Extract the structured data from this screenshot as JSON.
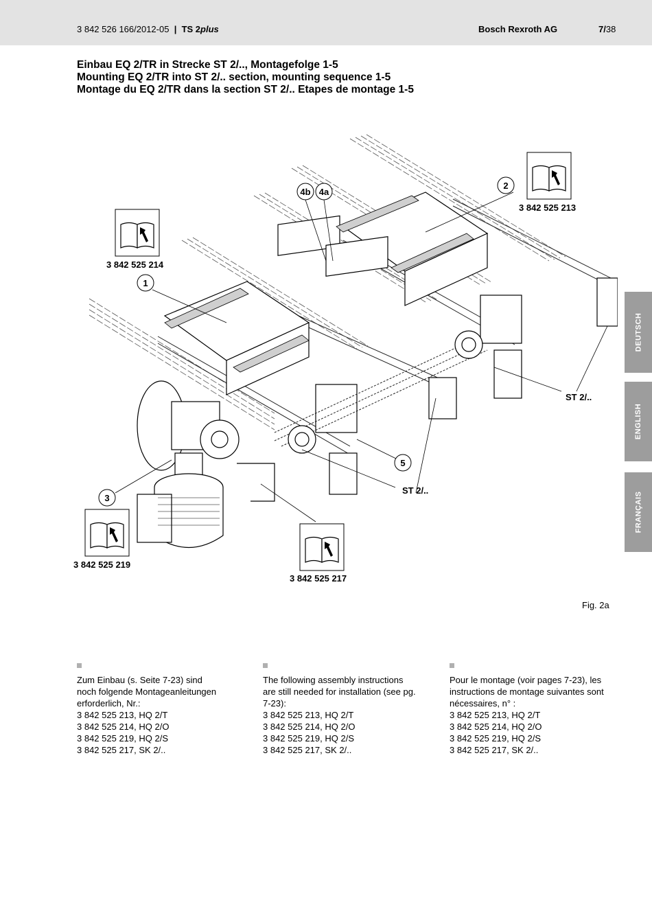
{
  "header": {
    "doc_ref": "3 842 526 166/2012-05",
    "separator": "|",
    "product_prefix": "TS 2",
    "product_suffix": "plus",
    "company": "Bosch Rexroth AG",
    "page_current": "7/",
    "page_total": "38"
  },
  "titles": [
    "Einbau EQ 2/TR in Strecke ST 2/.., Montagefolge 1-5",
    "Mounting EQ 2/TR into ST 2/.. section, mounting sequence 1-5",
    "Montage du EQ 2/TR dans la section ST 2/.. Etapes de montage 1-5"
  ],
  "figure": {
    "callouts": [
      "1",
      "2",
      "3",
      "4b",
      "4a",
      "5"
    ],
    "manual_refs": [
      "3 842 525 214",
      "3 842 525 213",
      "3 842 525 219",
      "3 842 525 217"
    ],
    "section_labels": [
      "ST 2/..",
      "ST 2/.."
    ],
    "icon": "manual-wrench-icon",
    "caption": "Fig. 2a"
  },
  "side_tabs": [
    "DEUTSCH",
    "ENGLISH",
    "FRANÇAIS"
  ],
  "columns": [
    {
      "lang": "de",
      "lines": [
        "Zum Einbau (s. Seite 7-23) sind",
        "noch folgende Montageanleitungen",
        "erforderlich, Nr.:",
        "3 842 525 213, HQ 2/T",
        "3 842 525 214, HQ 2/O",
        "3 842 525 219, HQ 2/S",
        "3 842 525 217, SK 2/.."
      ]
    },
    {
      "lang": "en",
      "lines": [
        "The following assembly instructions",
        "are still needed for installation (see pg.",
        "7-23):",
        "3 842 525 213, HQ 2/T",
        "3 842 525 214, HQ 2/O",
        "3 842 525 219, HQ 2/S",
        "3 842 525 217, SK 2/.."
      ]
    },
    {
      "lang": "fr",
      "lines": [
        "Pour le montage (voir pages 7-23), les",
        "instructions de montage suivantes sont",
        "nécessaires, n° :",
        "3 842 525 213, HQ 2/T",
        "3 842 525 214, HQ 2/O",
        "3 842 525 219, HQ 2/S",
        "3 842 525 217, SK 2/.."
      ]
    }
  ],
  "colors": {
    "header_bg": "#e3e3e3",
    "tab_bg": "#9d9d9d",
    "bullet": "#b0b0b0"
  }
}
